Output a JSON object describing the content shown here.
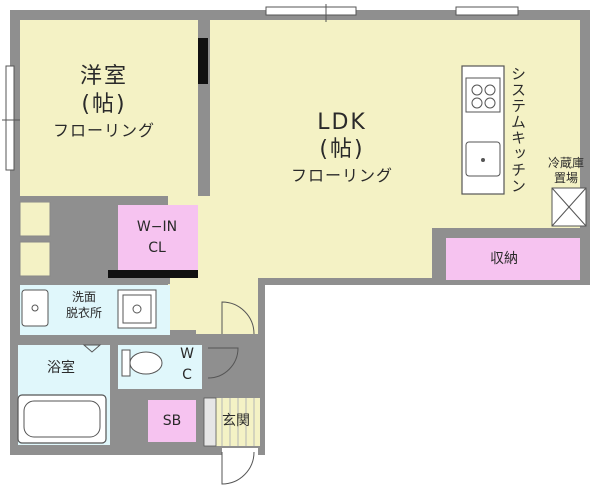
{
  "colors": {
    "floor": "#f4f2c5",
    "pink": "#f6c3f0",
    "pale_blue": "#e0f7fb",
    "wall": "#8f8f8f",
    "line": "#555555"
  },
  "rooms": {
    "western": {
      "name": "洋室",
      "size": "(帖)",
      "floor": "フローリング"
    },
    "ldk": {
      "name": "LDK",
      "size": "(帖)",
      "floor": "フローリング"
    },
    "kitchen": {
      "label": "システムキッチン"
    },
    "fridge": {
      "label_line1": "冷蔵庫",
      "label_line2": "置場"
    },
    "closet": {
      "label_line1": "W−IN",
      "label_line2": "CL"
    },
    "storage": {
      "label": "収納"
    },
    "washroom": {
      "label_line1": "洗面",
      "label_line2": "脱衣所"
    },
    "bath": {
      "label": "浴室"
    },
    "toilet": {
      "label_line1": "W",
      "label_line2": "C"
    },
    "shoebox": {
      "label": "SB"
    },
    "entrance": {
      "label": "玄関"
    }
  }
}
